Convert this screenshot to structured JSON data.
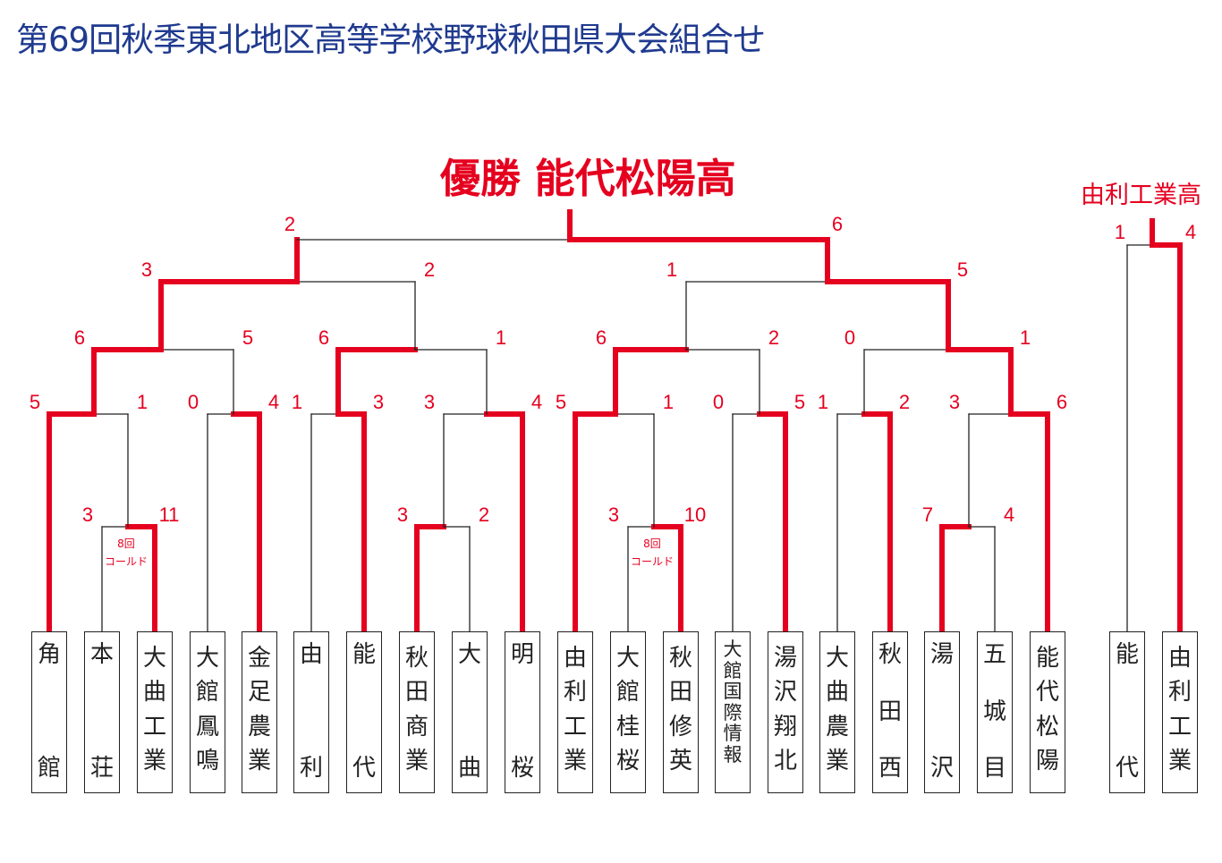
{
  "title": "第69回秋季東北地区高等学校野球秋田県大会組合せ",
  "champion": "優勝 能代松陽高",
  "side_winner": "由利工業高",
  "colors": {
    "title": "#1f3a8f",
    "winner": "#e5001f",
    "line": "#222222"
  },
  "teams": [
    {
      "name": "角館",
      "layout": "split"
    },
    {
      "name": "本荘",
      "layout": "split"
    },
    {
      "name": "大曲工業",
      "layout": "mid"
    },
    {
      "name": "大館鳳鳴",
      "layout": "mid"
    },
    {
      "name": "金足農業",
      "layout": "mid"
    },
    {
      "name": "由利",
      "layout": "split"
    },
    {
      "name": "能代",
      "layout": "split"
    },
    {
      "name": "秋田商業",
      "layout": "mid"
    },
    {
      "name": "大曲",
      "layout": "split"
    },
    {
      "name": "明桜",
      "layout": "split"
    },
    {
      "name": "由利工業",
      "layout": "mid"
    },
    {
      "name": "大館桂桜",
      "layout": "mid"
    },
    {
      "name": "秋田修英",
      "layout": "mid"
    },
    {
      "name": "大館国際情報",
      "layout": "dense"
    },
    {
      "name": "湯沢翔北",
      "layout": "mid"
    },
    {
      "name": "大曲農業",
      "layout": "mid"
    },
    {
      "name": "秋田西",
      "layout": "spread3"
    },
    {
      "name": "湯沢",
      "layout": "split"
    },
    {
      "name": "五城目",
      "layout": "spread3"
    },
    {
      "name": "能代松陽",
      "layout": "mid"
    },
    {
      "name": "能代",
      "layout": "split"
    },
    {
      "name": "由利工業",
      "layout": "mid"
    }
  ],
  "scores": {
    "final": [
      "2",
      "6"
    ],
    "semifinals": [
      [
        "3",
        "2"
      ],
      [
        "1",
        "5"
      ]
    ],
    "quarterfinals": [
      [
        "6",
        "5"
      ],
      [
        "6",
        "1"
      ],
      [
        "6",
        "2"
      ],
      [
        "0",
        "1"
      ]
    ],
    "round2": [
      [
        "5",
        "1"
      ],
      [
        "0",
        "4"
      ],
      [
        "1",
        "3"
      ],
      [
        "3",
        "4"
      ],
      [
        "5",
        "1"
      ],
      [
        "0",
        "5"
      ],
      [
        "1",
        "2"
      ],
      [
        "3",
        "6"
      ]
    ],
    "round1": [
      [
        "3",
        "11"
      ],
      [
        "3",
        "2"
      ],
      [
        "3",
        "10"
      ],
      [
        "7",
        "4"
      ]
    ],
    "side": [
      "1",
      "4"
    ]
  },
  "notes": [
    {
      "innings": "8回",
      "label": "コールド"
    },
    {
      "innings": "8回",
      "label": "コールド"
    }
  ]
}
